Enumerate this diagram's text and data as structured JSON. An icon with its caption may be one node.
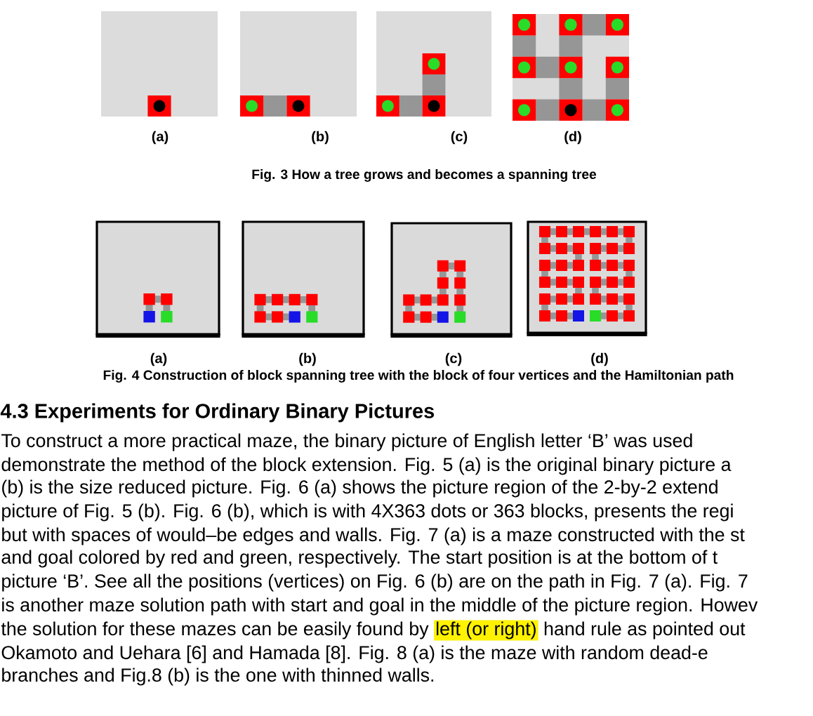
{
  "diagram": {
    "labels": [
      "(a)",
      "(b)",
      "(c)",
      "(d)",
      "Fig. 3 How a tree grows and becomes a spanning tree",
      "(a)",
      "(b)",
      "(c)",
      "(d)",
      "Fig. 4 Construction of block spanning tree with the block of four vertices and the Hamiltonian path",
      "4.3 Experiments for Ordinary Binary Pictures",
      "To construct a more practical maze, the binary picture of English letter ‘B’ was used",
      "demonstrate the method of the block extension. Fig. 5 (a) is the original binary picture a",
      "(b) is the size reduced picture. Fig. 6 (a) shows the picture region of the 2-by-2 extend",
      "picture of Fig. 5 (b). Fig. 6 (b), which is with 4X363 dots or 363 blocks, presents the regi",
      "but with spaces of would–be edges and walls. Fig. 7 (a) is a maze constructed with the st",
      "and goal colored by red and green, respectively. The start position is at the bottom of t",
      "picture ‘B’. See all the positions (vertices) on Fig. 6 (b) are on the path in Fig. 7 (a). Fig. 7",
      "is another maze solution path with start and goal in the middle of the picture region. Howev",
      "the solution for these mazes can be easily found by",
      "left (or right)",
      "hand rule as pointed out",
      "Okamoto and Uehara [6] and Hamada [8]. Fig. 8 (a) is the maze with random dead-e",
      "branches and Fig.8 (b) is the one with thinned walls."
    ]
  }
}
